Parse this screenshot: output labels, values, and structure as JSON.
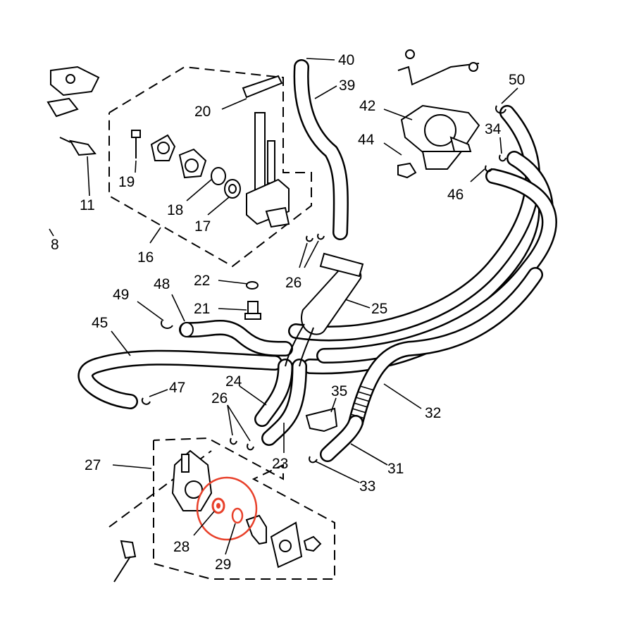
{
  "diagram": {
    "highlight_color": "#e8402a",
    "line_color": "#000000",
    "callouts": [
      {
        "id": "40",
        "text": "40"
      },
      {
        "id": "39",
        "text": "39"
      },
      {
        "id": "50",
        "text": "50"
      },
      {
        "id": "42",
        "text": "42"
      },
      {
        "id": "34",
        "text": "34"
      },
      {
        "id": "44",
        "text": "44"
      },
      {
        "id": "46",
        "text": "46"
      },
      {
        "id": "20",
        "text": "20"
      },
      {
        "id": "19",
        "text": "19"
      },
      {
        "id": "11",
        "text": "11"
      },
      {
        "id": "18",
        "text": "18"
      },
      {
        "id": "17",
        "text": "17"
      },
      {
        "id": "8",
        "text": "8"
      },
      {
        "id": "16",
        "text": "16"
      },
      {
        "id": "22",
        "text": "22"
      },
      {
        "id": "26a",
        "text": "26"
      },
      {
        "id": "48",
        "text": "48"
      },
      {
        "id": "49",
        "text": "49"
      },
      {
        "id": "21",
        "text": "21"
      },
      {
        "id": "25",
        "text": "25"
      },
      {
        "id": "45",
        "text": "45"
      },
      {
        "id": "47",
        "text": "47"
      },
      {
        "id": "24",
        "text": "24"
      },
      {
        "id": "26b",
        "text": "26"
      },
      {
        "id": "35",
        "text": "35"
      },
      {
        "id": "32",
        "text": "32"
      },
      {
        "id": "27",
        "text": "27"
      },
      {
        "id": "23",
        "text": "23"
      },
      {
        "id": "31",
        "text": "31"
      },
      {
        "id": "33",
        "text": "33"
      },
      {
        "id": "28",
        "text": "28"
      },
      {
        "id": "29",
        "text": "29"
      }
    ]
  }
}
